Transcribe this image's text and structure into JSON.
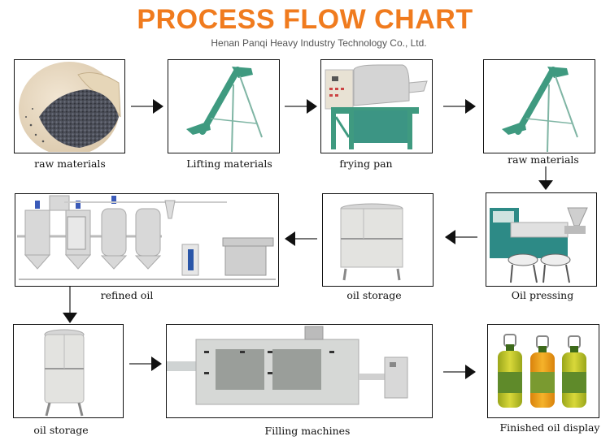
{
  "header": {
    "title": "PROCESS FLOW CHART",
    "subtitle": "Henan Panqi Heavy Industry Technology Co., Ltd."
  },
  "colors": {
    "title": "#f07b1e",
    "arrow": "#111111",
    "arrow_shaft": "#777777",
    "machine_green": "#3f9a80",
    "steel": "#cfcfcf"
  },
  "steps": [
    {
      "id": 1,
      "label": "raw materials",
      "image": "seeds-in-sack"
    },
    {
      "id": 2,
      "label": "Lifting materials",
      "image": "screw-elevator"
    },
    {
      "id": 3,
      "label": "frying pan",
      "image": "roaster-machine"
    },
    {
      "id": 4,
      "label": "raw materials",
      "image": "screw-elevator"
    },
    {
      "id": 5,
      "label": "Oil pressing",
      "image": "oil-press-machine"
    },
    {
      "id": 6,
      "label": "oil storage",
      "image": "storage-tank"
    },
    {
      "id": 7,
      "label": "refined oil",
      "image": "refinery-plant"
    },
    {
      "id": 8,
      "label": "oil storage",
      "image": "tall-storage-tank"
    },
    {
      "id": 9,
      "label": "Filling machines",
      "image": "filling-line"
    },
    {
      "id": 10,
      "label": "Finished oil display",
      "image": "oil-bottles"
    }
  ],
  "flow": [
    {
      "from": 1,
      "to": 2,
      "direction": "right"
    },
    {
      "from": 2,
      "to": 3,
      "direction": "right"
    },
    {
      "from": 3,
      "to": 4,
      "direction": "right"
    },
    {
      "from": 4,
      "to": 5,
      "direction": "down"
    },
    {
      "from": 5,
      "to": 6,
      "direction": "left"
    },
    {
      "from": 6,
      "to": 7,
      "direction": "left"
    },
    {
      "from": 7,
      "to": 8,
      "direction": "down"
    },
    {
      "from": 8,
      "to": 9,
      "direction": "right"
    },
    {
      "from": 9,
      "to": 10,
      "direction": "right"
    }
  ]
}
